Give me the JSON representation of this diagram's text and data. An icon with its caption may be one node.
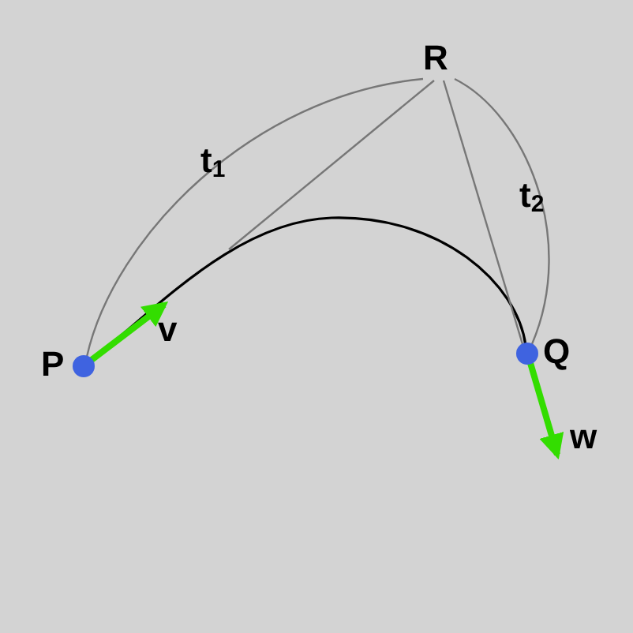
{
  "diagram": {
    "nodes": [
      {
        "text": [
          "P"
        ]
      },
      {
        "text": [
          "Q"
        ]
      },
      {
        "text": [
          "R"
        ]
      }
    ],
    "edges": [
      {
        "from": 0,
        "to": 2,
        "arrow": "none",
        "label": "t$_{1}$"
      },
      {
        "from": 2,
        "to": 1,
        "arrow": "none",
        "label": "t$_{2}$"
      },
      {
        "from": 0,
        "to": 1,
        "arrow": "none",
        "color": "#000000"
      },
      {
        "from": 2,
        "to": 1,
        "arrow": "none"
      },
      {
        "from": 2,
        "to": null,
        "arrow": "none"
      },
      {
        "from": 0,
        "to": null,
        "arrow": "to",
        "label": "v",
        "style": "thick",
        "color": "#33dd00"
      },
      {
        "from": 1,
        "to": null,
        "arrow": "to",
        "label": "w",
        "style": "thick",
        "color": "#33dd00"
      }
    ]
  }
}
